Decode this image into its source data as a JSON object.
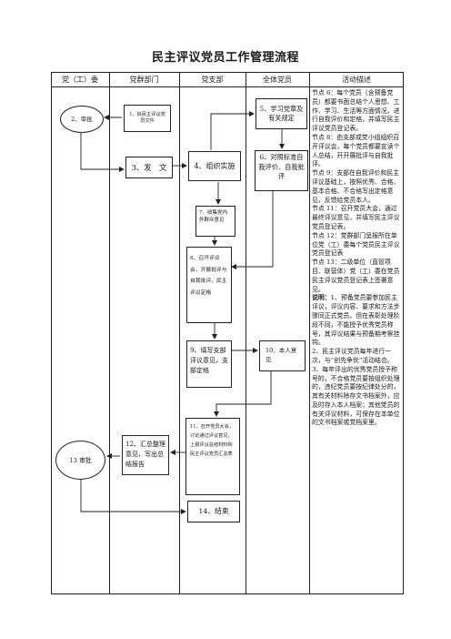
{
  "title": "民主评议党员工作管理流程",
  "columns": [
    "党（工）委",
    "党群部门",
    "党支部",
    "全体党员",
    "活动描述"
  ],
  "nodes": {
    "n1": "1、拟民主评议党员文件",
    "n2": "2、审批",
    "n3": "3、发　文",
    "n4": "4、组织实施",
    "n5": "5、学习党章及有关规定",
    "n6": "6、对照标准自我评价、自我批评",
    "n7": "7、收集党内外群众意见",
    "n8": "8、召开评议会，开展批评与自我批评，民主评议定格",
    "n9": "9、填写支部评议意见，支部定格",
    "n10": "10、本人意见",
    "n11": "11、召开党员大会，讨论通过评议意见，上报评议总结材料和民主评议党员汇总表",
    "n12": "12、汇总整理意见，写出总结报告",
    "n13": "13 审批",
    "n14": "14、结束"
  },
  "description": {
    "p1": "节点 6：每个党员（含预备党员）都要书面总结个人思想、工作、学习、生活等方面情况，进行自我评价和定格，并填写民主评议党员登记表。",
    "p2": "节点 8：由支部或党小组组织召开评议会，每个党员都要宣读个人总结，开开展批评与自我批评。",
    "p3": "节点 9：支部在自我评价和民主评议基础上，按照优秀、合格、基本合格、不合格写出定格意见，反馈给党员本人。",
    "p4": "节点 11：召开党员大会，通过最终评议意见，并填写民主评议党员登记表。",
    "p5": "节点 12：党群部门呈报所在单位党（工）委每个党员民主评议党员登记表",
    "p6": "节点 13：二级单位（直管项目、联营体）党（工）委在党员民主评议党员登记表上签署意见。",
    "note_label": "说明：",
    "note1": "1、预备党员要参加民主评议，评议内容、要求和方法步骤同正式党员。但在表彰处理阶段不同，不能授予优秀党员称号，其评议结果与预备期考察挂钩。",
    "note2": "2、民主评议党员每年进行一次，与“创先争优”活动结合。",
    "note3": "3、每年评出的优秀党员授予称号的，不合格党员要按组织处理的，违纪党员要按纪律处分的，其有关材料除存文书档案外，应及时存入本人档案；其他党员的有关评议材料，可保存在本单位的文书档案或党档案里。"
  }
}
